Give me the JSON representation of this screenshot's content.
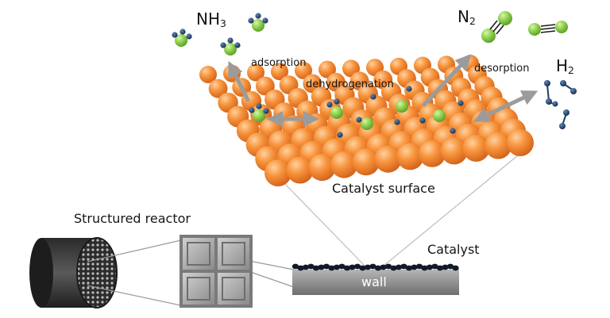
{
  "labels": {
    "nh3_main": "NH",
    "nh3_sub": "3",
    "n2_main": "N",
    "n2_sub": "2",
    "h2_main": "H",
    "h2_sub": "2",
    "adsorption": "adsorption",
    "dehydrogenation": "dehydrogenation",
    "desorption": "desorption",
    "catalyst_surface": "Catalyst surface",
    "structured_reactor": "Structured reactor",
    "catalyst": "Catalyst",
    "wall": "wall"
  },
  "colors": {
    "catalyst_sphere": "#f5822e",
    "nitrogen_atom": "#8cd04a",
    "hydrogen_atom": "#1f3f66",
    "arrow": "#9b9b9b",
    "wall": "#8c8c8c",
    "reactor_body": "#3a3a3a"
  }
}
